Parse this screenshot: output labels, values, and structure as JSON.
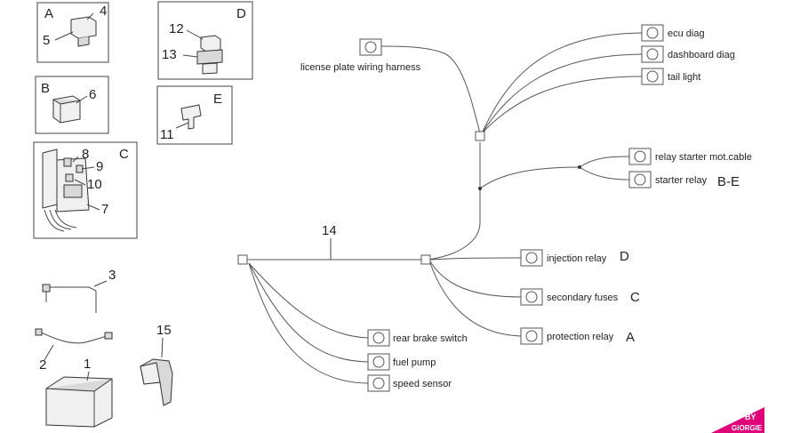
{
  "panels": {
    "A": {
      "letter": "A",
      "nums": [
        "4",
        "5"
      ]
    },
    "B": {
      "letter": "B",
      "nums": [
        "6"
      ]
    },
    "C": {
      "letter": "C",
      "nums": [
        "8",
        "9",
        "10",
        "7"
      ]
    },
    "D": {
      "letter": "D",
      "nums": [
        "12",
        "13"
      ]
    },
    "E": {
      "letter": "E",
      "nums": [
        "11"
      ]
    }
  },
  "loose_parts": {
    "n3": "3",
    "n2": "2",
    "n1": "1",
    "n15": "15"
  },
  "harness_number": "14",
  "connectors": {
    "license": "license plate wiring harness",
    "ecu": "ecu diag",
    "dashboard": "dashboard diag",
    "tail": "tail light",
    "relay_cable": "relay starter mot.cable",
    "starter_relay": "starter relay",
    "starter_relay_ref": "B-E",
    "injection": "injection relay",
    "injection_ref": "D",
    "secondary": "secondary fuses",
    "secondary_ref": "C",
    "protection": "protection relay",
    "protection_ref": "A",
    "rear_brake": "rear brake switch",
    "fuel_pump": "fuel pump",
    "speed_sensor": "speed sensor"
  },
  "logo": {
    "text1": "BY",
    "text2": "GIORGIE",
    "color": "#e0007a"
  }
}
